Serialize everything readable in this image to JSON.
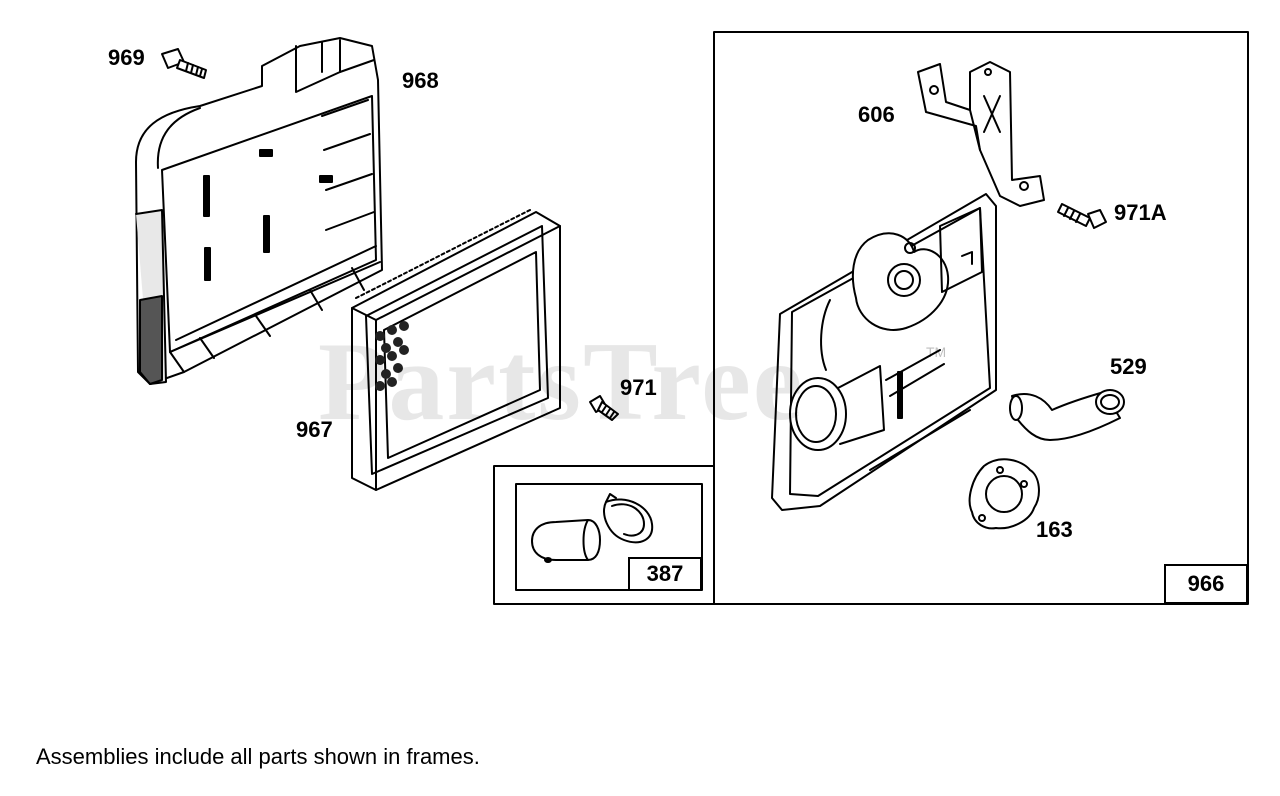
{
  "diagram": {
    "part_labels": {
      "p969": "969",
      "p968": "968",
      "p967": "967",
      "p971": "971",
      "p606": "606",
      "p971a": "971A",
      "p529": "529",
      "p163": "163"
    },
    "frame_labels": {
      "f387": "387",
      "f966": "966"
    },
    "watermark": "PartsTree",
    "trademark": "TM",
    "note": "Assemblies include all parts shown in frames."
  },
  "colors": {
    "line": "#000000",
    "background": "#ffffff",
    "shade": "#d9d9d9"
  }
}
